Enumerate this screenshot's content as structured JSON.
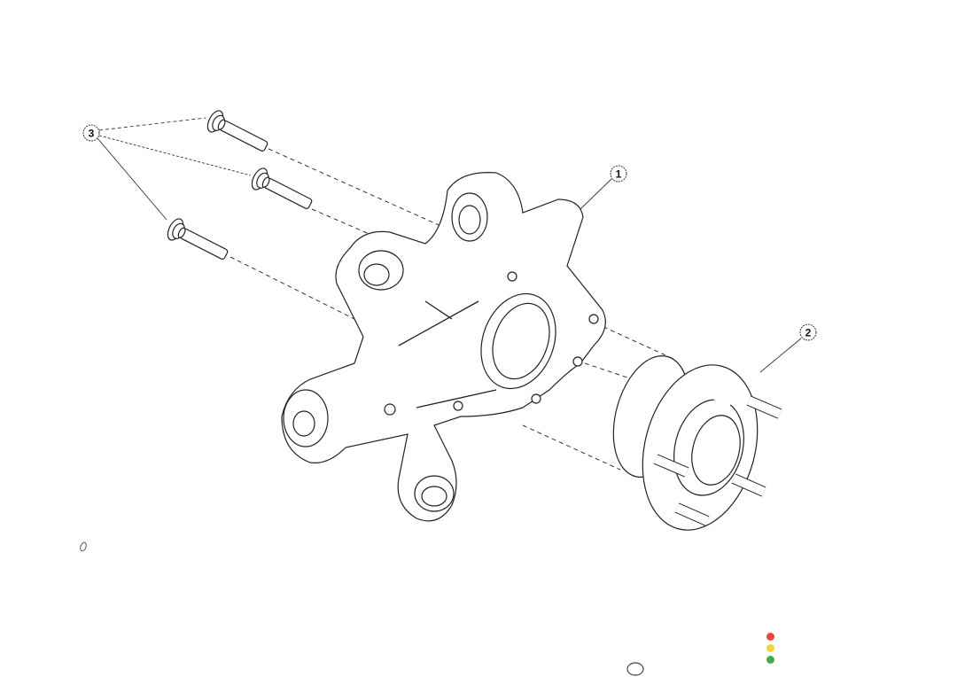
{
  "diagram": {
    "callouts": [
      {
        "id": "1",
        "label": "1"
      },
      {
        "id": "2",
        "label": "2"
      },
      {
        "id": "3",
        "label": "3"
      }
    ]
  },
  "status_dots": {
    "colors": [
      "#f0433a",
      "#f6d32d",
      "#3fae49"
    ]
  }
}
